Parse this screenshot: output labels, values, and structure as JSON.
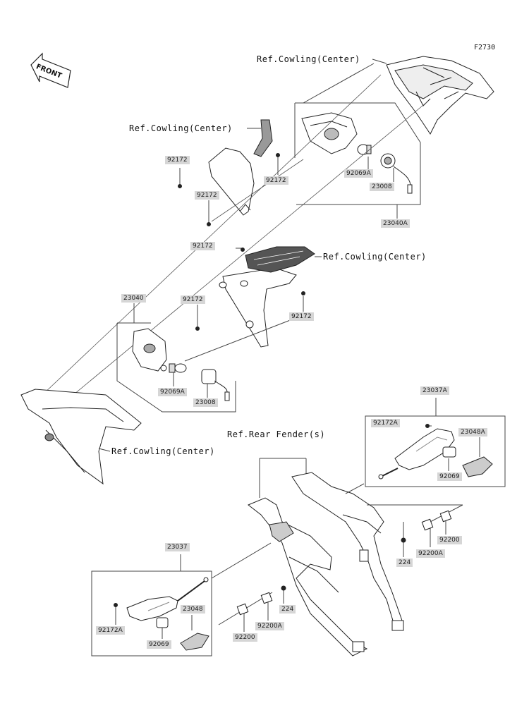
{
  "figure_number": "F2730",
  "front_label": "FRONT",
  "refs": {
    "cowling_center": "Ref.Cowling(Center)",
    "rear_fender": "Ref.Rear Fender(s)"
  },
  "parts": {
    "p92172": "92172",
    "p92172A": "92172A",
    "p92069": "92069",
    "p92069A": "92069A",
    "p23008": "23008",
    "p23040": "23040",
    "p23040A": "23040A",
    "p23037": "23037",
    "p23037A": "23037A",
    "p23048": "23048",
    "p23048A": "23048A",
    "p224": "224",
    "p92200": "92200",
    "p92200A": "92200A"
  }
}
